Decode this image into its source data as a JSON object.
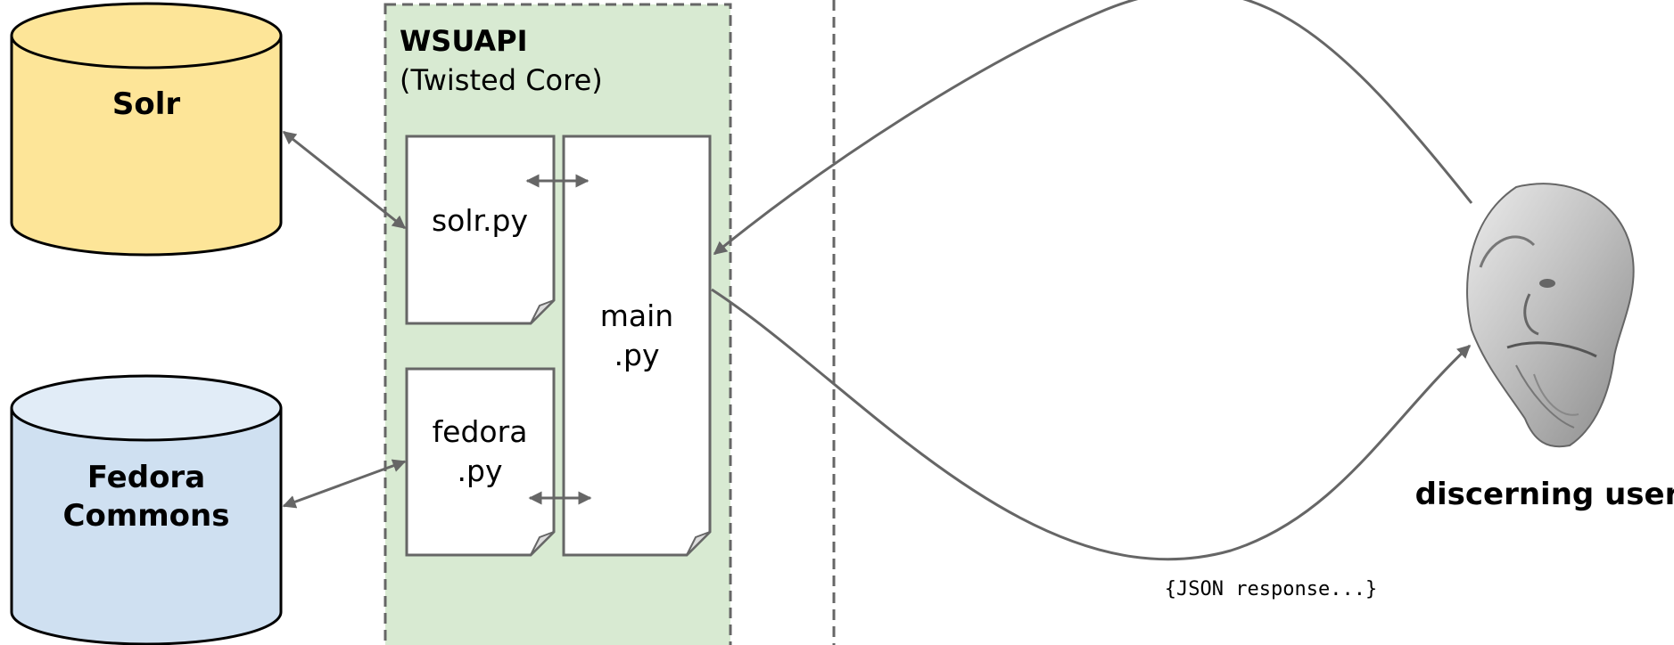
{
  "wsuapi": {
    "title": "WSUAPI",
    "subtitle": "(Twisted Core)"
  },
  "databases": {
    "solr": {
      "label": "Solr",
      "fill": "#fde598"
    },
    "fedora": {
      "label_line1": "Fedora",
      "label_line2": "Commons",
      "fill": "#cfe0f1"
    }
  },
  "files": {
    "solr_py": {
      "label": "solr.py"
    },
    "fedora_py": {
      "label_line1": "fedora",
      "label_line2": ".py"
    },
    "main_py": {
      "label_line1": "main",
      "label_line2": ".py"
    }
  },
  "user": {
    "label": "discerning user",
    "icon": "socrates-bust-icon"
  },
  "response": {
    "label": "{JSON response...}"
  },
  "colors": {
    "panel_fill": "#d8ead2",
    "line": "#666666",
    "stroke": "#000000"
  }
}
